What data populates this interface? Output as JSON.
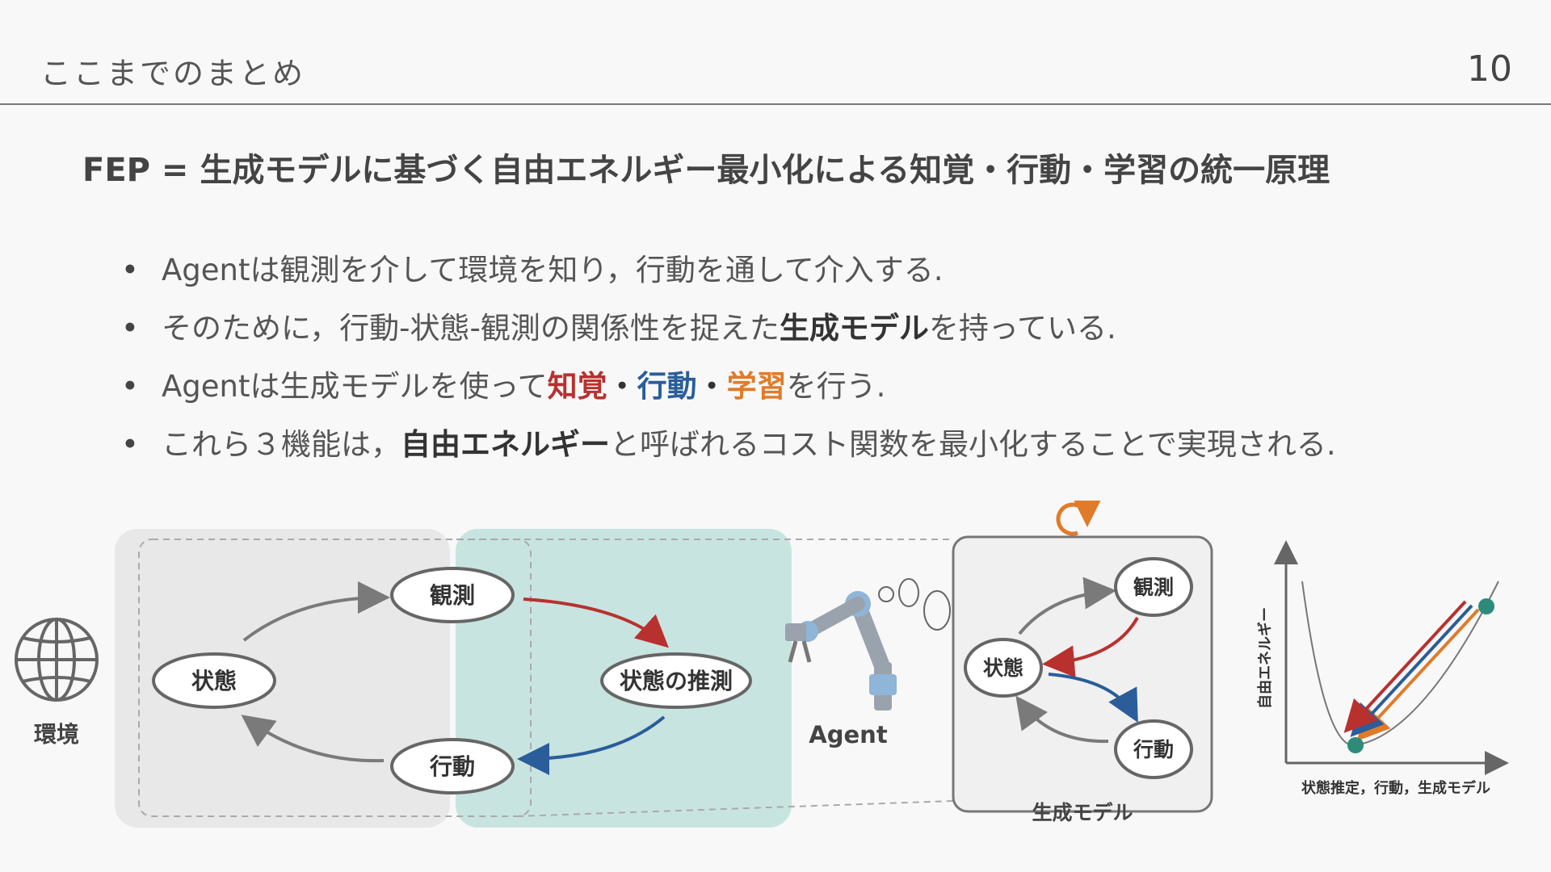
{
  "header": {
    "title": "ここまでのまとめ",
    "page_number": "10"
  },
  "headline": "FEP = 生成モデルに基づく自由エネルギー最小化による知覚・行動・学習の統一原理",
  "bullets": {
    "b1": {
      "text": "Agentは観測を介して環境を知り，行動を通して介入する."
    },
    "b2": {
      "pre": "そのために，行動-状態-観測の関係性を捉えた",
      "bold": "生成モデル",
      "post": "を持っている."
    },
    "b3": {
      "pre": "Agentは生成モデルを使って",
      "perception": "知覚",
      "sep1": "・",
      "action": "行動",
      "sep2": "・",
      "learning": "学習",
      "post": "を行う."
    },
    "b4": {
      "pre": "これら３機能は，",
      "bold": "自由エネルギー",
      "post": "と呼ばれるコスト関数を最小化することで実現される."
    }
  },
  "diagram": {
    "env_label": "環境",
    "nodes": {
      "observation": "観測",
      "state": "状態",
      "action": "行動",
      "state_estimate": "状態の推測"
    },
    "agent_label": "Agent",
    "genmodel": {
      "observation": "観測",
      "state": "状態",
      "action": "行動",
      "caption": "生成モデル"
    },
    "fe_plot": {
      "ylabel": "自由エネルギー",
      "xlabel": "状態推定，行動，生成モデル"
    },
    "icons": [
      "globe-icon",
      "robot-arm-icon",
      "refresh-icon"
    ]
  },
  "colors": {
    "perception": "#b8312f",
    "action": "#2a5d9a",
    "learning": "#e07b2a",
    "env_box": "#e8e8e8",
    "agent_box": "#c8e4e0",
    "teal_point": "#2e8b7a"
  }
}
